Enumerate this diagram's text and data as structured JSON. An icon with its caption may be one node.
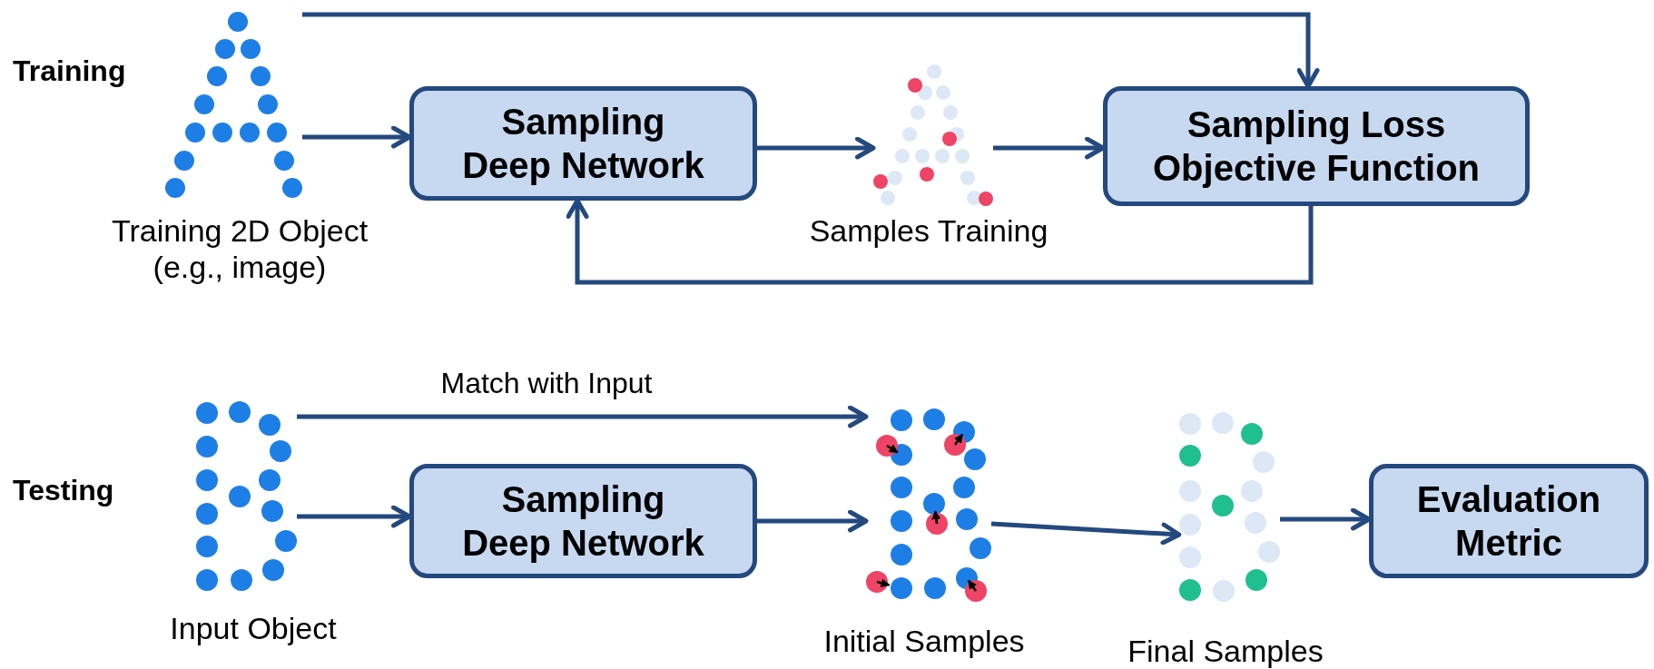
{
  "diagram": {
    "nodes": [
      {
        "text": [],
        "shape": "picture",
        "beside": [
          "Training 2D Object (e.g., image)"
        ]
      },
      {
        "text": [
          "Sampling Deep Network"
        ]
      },
      {
        "text": [],
        "shape": "picture",
        "beside": [
          "Samples Training"
        ]
      },
      {
        "text": [
          "Sampling Loss Objective Function"
        ]
      },
      {
        "text": [],
        "shape": "picture",
        "beside": [
          "Input Object"
        ]
      },
      {
        "text": [
          "Sampling Deep Network"
        ]
      },
      {
        "text": [],
        "shape": "picture",
        "beside": [
          "Initial Samples"
        ]
      },
      {
        "text": [],
        "shape": "picture",
        "beside": [
          "Final Samples"
        ]
      },
      {
        "text": [
          "Evaluation Metric"
        ]
      }
    ],
    "edges": [
      {
        "from": 0,
        "to": 3,
        "arrow": "to"
      },
      {
        "from": 0,
        "to": 1,
        "arrow": "to"
      },
      {
        "from": 1,
        "to": 2,
        "arrow": "to"
      },
      {
        "from": 3,
        "to": 1,
        "arrow": "to"
      },
      {
        "from": 2,
        "to": 3,
        "arrow": "to"
      },
      {
        "from": 4,
        "to": 6,
        "arrow": "to",
        "label": "Match with Input"
      },
      {
        "from": 4,
        "to": 5,
        "arrow": "to"
      },
      {
        "from": 5,
        "to": 6,
        "arrow": "to"
      },
      {
        "from": 6,
        "to": 7,
        "arrow": "to"
      },
      {
        "from": 7,
        "to": 8,
        "arrow": "to"
      }
    ],
    "labels": [
      "Training",
      "Testing"
    ]
  }
}
